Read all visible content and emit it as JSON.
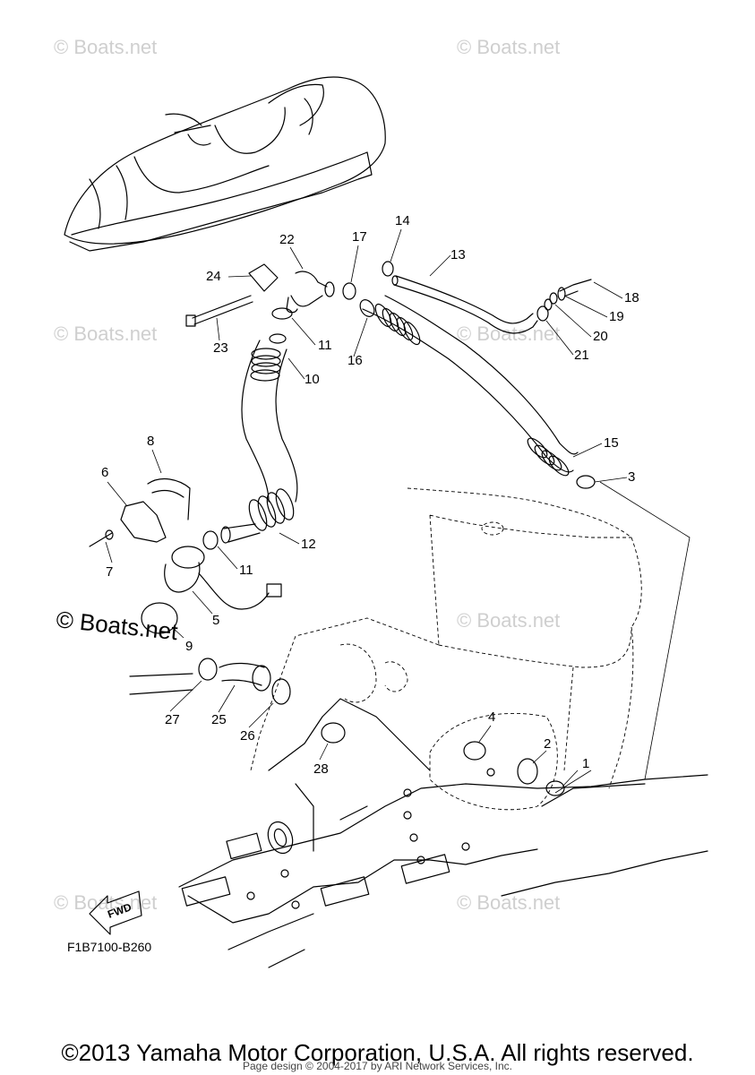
{
  "watermark": "© Boats.net",
  "watermark_prominent": "© Boats.net",
  "diagram_code": "F1B7100-B260",
  "fwd_label": "FWD",
  "callouts": [
    "1",
    "2",
    "3",
    "4",
    "5",
    "6",
    "7",
    "8",
    "9",
    "10",
    "11",
    "11",
    "12",
    "13",
    "14",
    "15",
    "16",
    "17",
    "18",
    "19",
    "20",
    "21",
    "22",
    "23",
    "24",
    "25",
    "26",
    "27",
    "28"
  ],
  "copyright": "©2013 Yamaha Motor Corporation, U.S.A. All rights reserved.",
  "page_design": "Page design © 2004-2017 by ARI Network Services, Inc."
}
